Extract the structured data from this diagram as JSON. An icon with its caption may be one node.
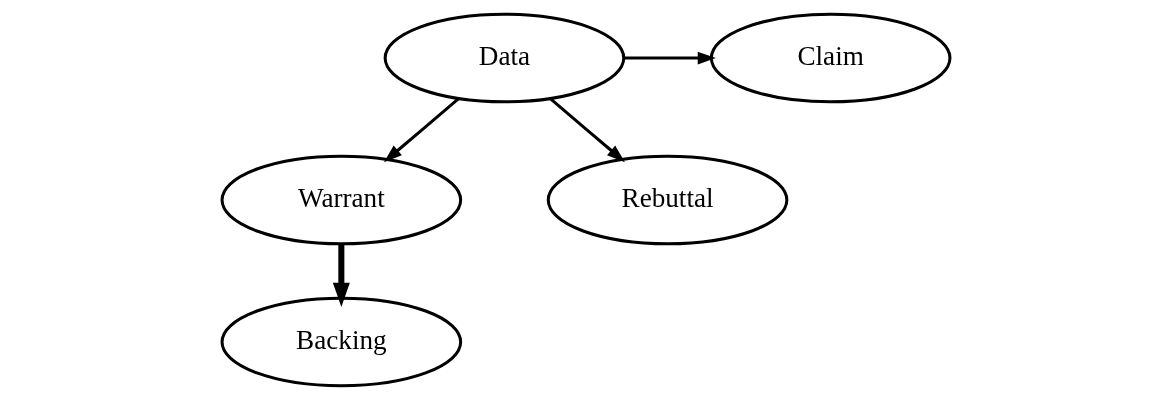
{
  "diagram": {
    "nodes": [
      {
        "text": [
          "Data"
        ]
      },
      {
        "text": [
          "Claim"
        ]
      },
      {
        "text": [
          "Warrant"
        ]
      },
      {
        "text": [
          "Rebuttal"
        ]
      },
      {
        "text": [
          "Backing"
        ]
      }
    ],
    "edges": [
      {
        "from": 0,
        "to": 1,
        "arrow": "to"
      },
      {
        "from": 0,
        "to": 2,
        "arrow": "to"
      },
      {
        "from": 0,
        "to": 3,
        "arrow": "to"
      },
      {
        "from": 2,
        "to": 4,
        "arrow": "to",
        "style": "thick"
      }
    ]
  }
}
